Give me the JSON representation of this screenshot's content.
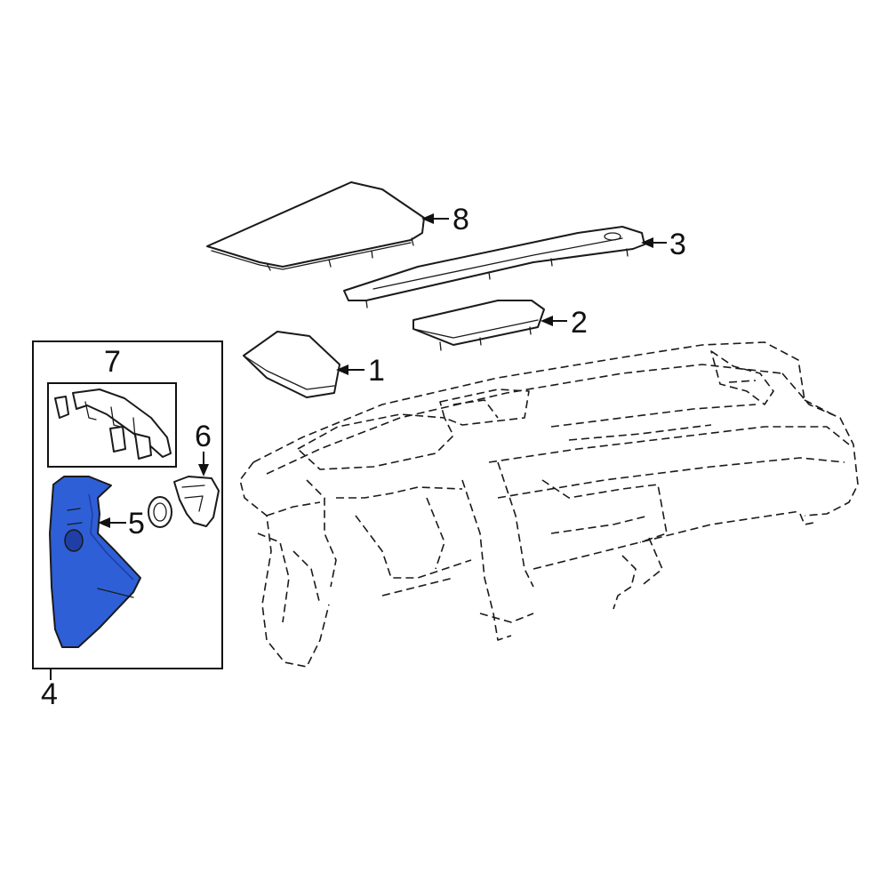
{
  "callouts": {
    "c1": "1",
    "c2": "2",
    "c3": "3",
    "c4": "4",
    "c5": "5",
    "c6": "6",
    "c7": "7",
    "c8": "8"
  },
  "colors": {
    "highlight_part": "#2e5fd6",
    "highlight_dark": "#1f3fa6",
    "line": "#1a1a1a"
  },
  "highlighted_part": "5"
}
